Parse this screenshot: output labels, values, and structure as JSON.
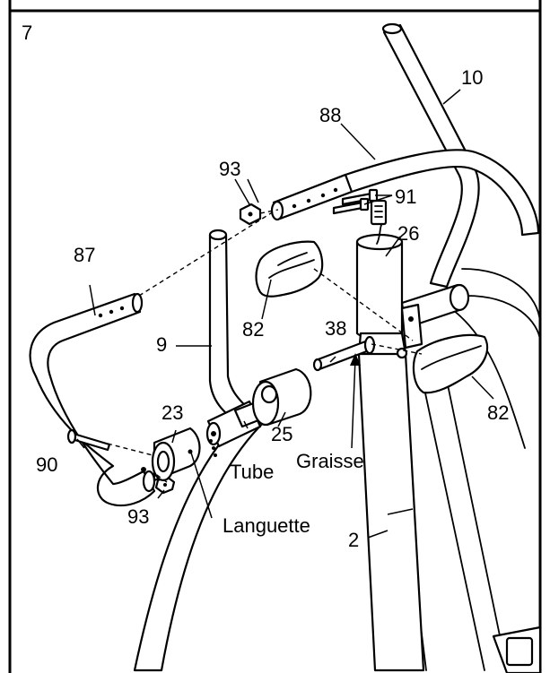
{
  "step": {
    "number": "7"
  },
  "labels": {
    "tube_label": "Tube",
    "tab_label": "Languette",
    "grease_label": "Graisse"
  },
  "parts": [
    {
      "id": "p2",
      "number": "2"
    },
    {
      "id": "p9",
      "number": "9"
    },
    {
      "id": "p10",
      "number": "10"
    },
    {
      "id": "p23",
      "number": "23"
    },
    {
      "id": "p25",
      "number": "25"
    },
    {
      "id": "p26",
      "number": "26"
    },
    {
      "id": "p38",
      "number": "38"
    },
    {
      "id": "p82a",
      "number": "82"
    },
    {
      "id": "p82b",
      "number": "82"
    },
    {
      "id": "p87",
      "number": "87"
    },
    {
      "id": "p88",
      "number": "88"
    },
    {
      "id": "p90",
      "number": "90"
    },
    {
      "id": "p91",
      "number": "91"
    },
    {
      "id": "p93a",
      "number": "93"
    },
    {
      "id": "p93b",
      "number": "93"
    }
  ]
}
